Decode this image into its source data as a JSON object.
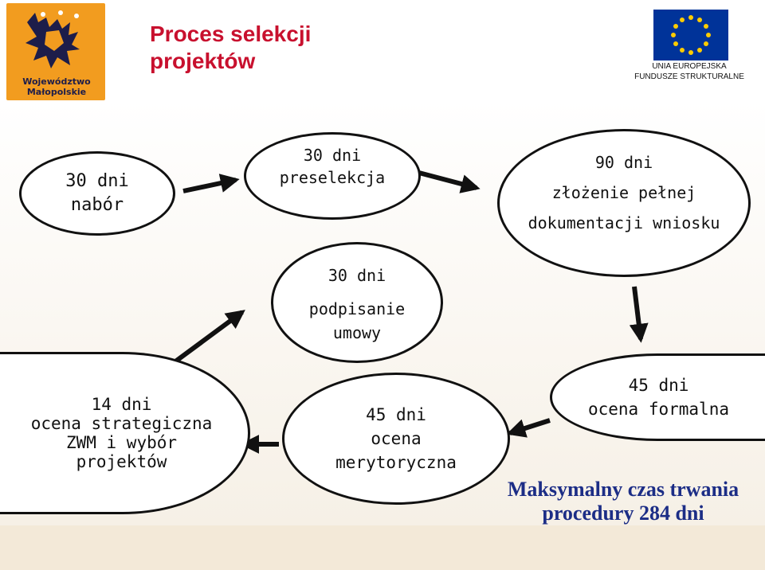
{
  "header": {
    "logo_lines": [
      "Województwo",
      "Małopolskie"
    ],
    "title_lines": [
      "Proces selekcji",
      "projektów"
    ],
    "eu_lines": [
      "UNIA EUROPEJSKA",
      "FUNDUSZE STRUKTURALNE"
    ]
  },
  "colors": {
    "title": "#c8102e",
    "summary": "#1c2d86",
    "logo_bg": "#f29c1f",
    "eu_blue": "#003399",
    "eu_star": "#ffcc00"
  },
  "nodes": {
    "nabor": {
      "days": "30 dni",
      "label": "nabór"
    },
    "preselekcja": {
      "days": "30 dni",
      "label": "preselekcja"
    },
    "dokumentacja": {
      "days": "90 dni",
      "label_line1": "złożenie pełnej",
      "label_line2": "dokumentacji wniosku"
    },
    "formalna": {
      "days": "45 dni",
      "label": "ocena formalna"
    },
    "merytoryczna": {
      "days": "45 dni",
      "label_line1": "ocena",
      "label_line2": "merytoryczna"
    },
    "strategiczna": {
      "days": "14 dni",
      "label_line1": "ocena strategiczna",
      "label_line2": "ZWM i wybór",
      "label_line3": "projektów"
    },
    "umowa": {
      "days": "30 dni",
      "label_line1": "podpisanie",
      "label_line2": "umowy"
    }
  },
  "summary": {
    "line1": "Maksymalny czas trwania",
    "line2": "procedury 284 dni"
  }
}
